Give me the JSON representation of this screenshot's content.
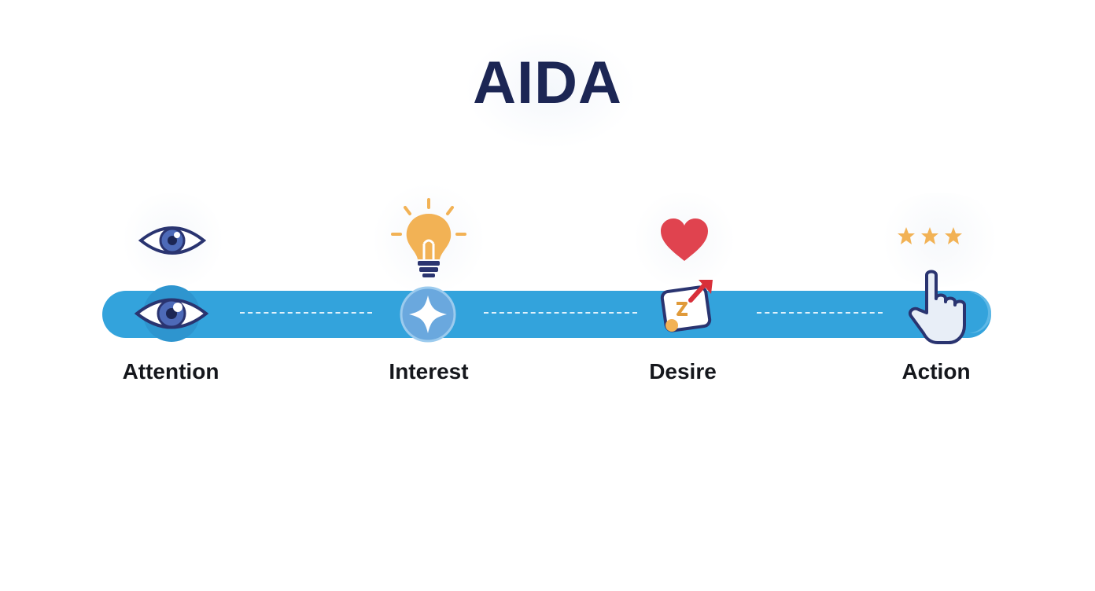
{
  "title": "AIDA",
  "stages": [
    {
      "label": "Attention",
      "top_icon": "eye-icon",
      "track_icon": "eye-icon"
    },
    {
      "label": "Interest",
      "top_icon": "lightbulb-icon",
      "track_icon": "sparkle-icon"
    },
    {
      "label": "Desire",
      "top_icon": "heart-icon",
      "track_icon": "tag-arrow-icon"
    },
    {
      "label": "Action",
      "top_icon": "stars-icon",
      "track_icon": "pointer-hand-icon"
    }
  ],
  "colors": {
    "title": "#1c2654",
    "track": "#33a3dc",
    "navy": "#2a3470",
    "eye_iris": "#4d6ab8",
    "bulb": "#f2b255",
    "heart": "#e0434f",
    "star": "#f2b255",
    "label": "#15171c"
  }
}
